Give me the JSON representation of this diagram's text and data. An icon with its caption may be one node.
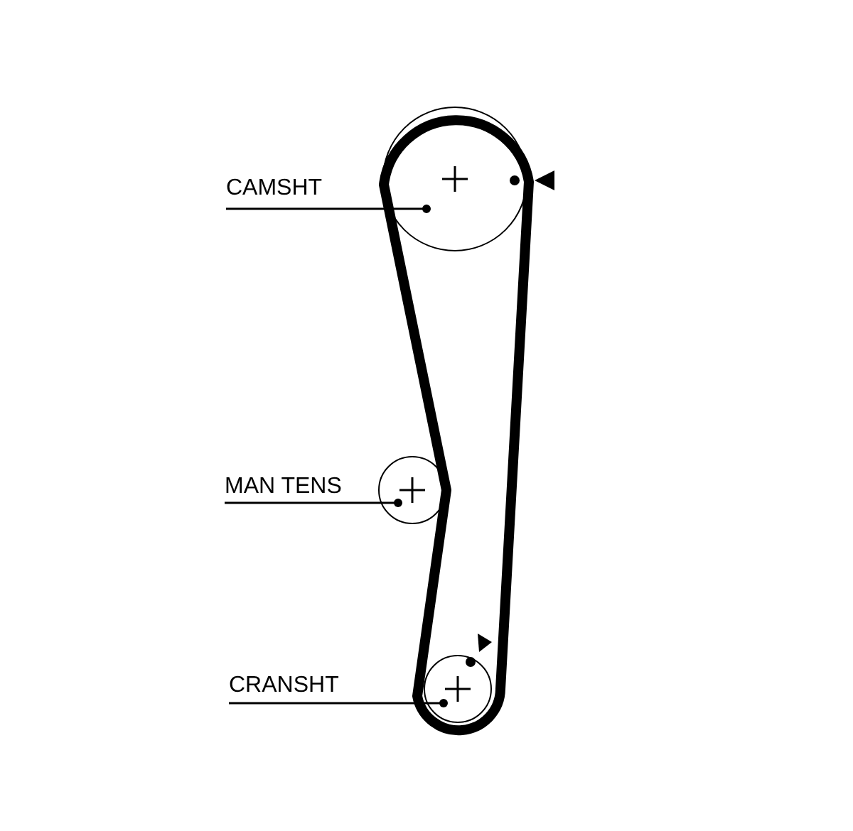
{
  "diagram": {
    "nodes": [
      {
        "text": [
          "CAMSHT"
        ]
      },
      {
        "text": [],
        "shape": "circle"
      },
      {
        "text": [
          "MAN TENS"
        ]
      },
      {
        "text": [],
        "shape": "circle"
      },
      {
        "text": [
          "CRANSHT"
        ]
      },
      {
        "text": [],
        "shape": "circle"
      }
    ],
    "edges": [
      {
        "from": 0,
        "to": 1,
        "arrow": "other"
      },
      {
        "from": 2,
        "to": 3,
        "arrow": "other"
      },
      {
        "from": 4,
        "to": 5,
        "arrow": "other"
      }
    ]
  }
}
